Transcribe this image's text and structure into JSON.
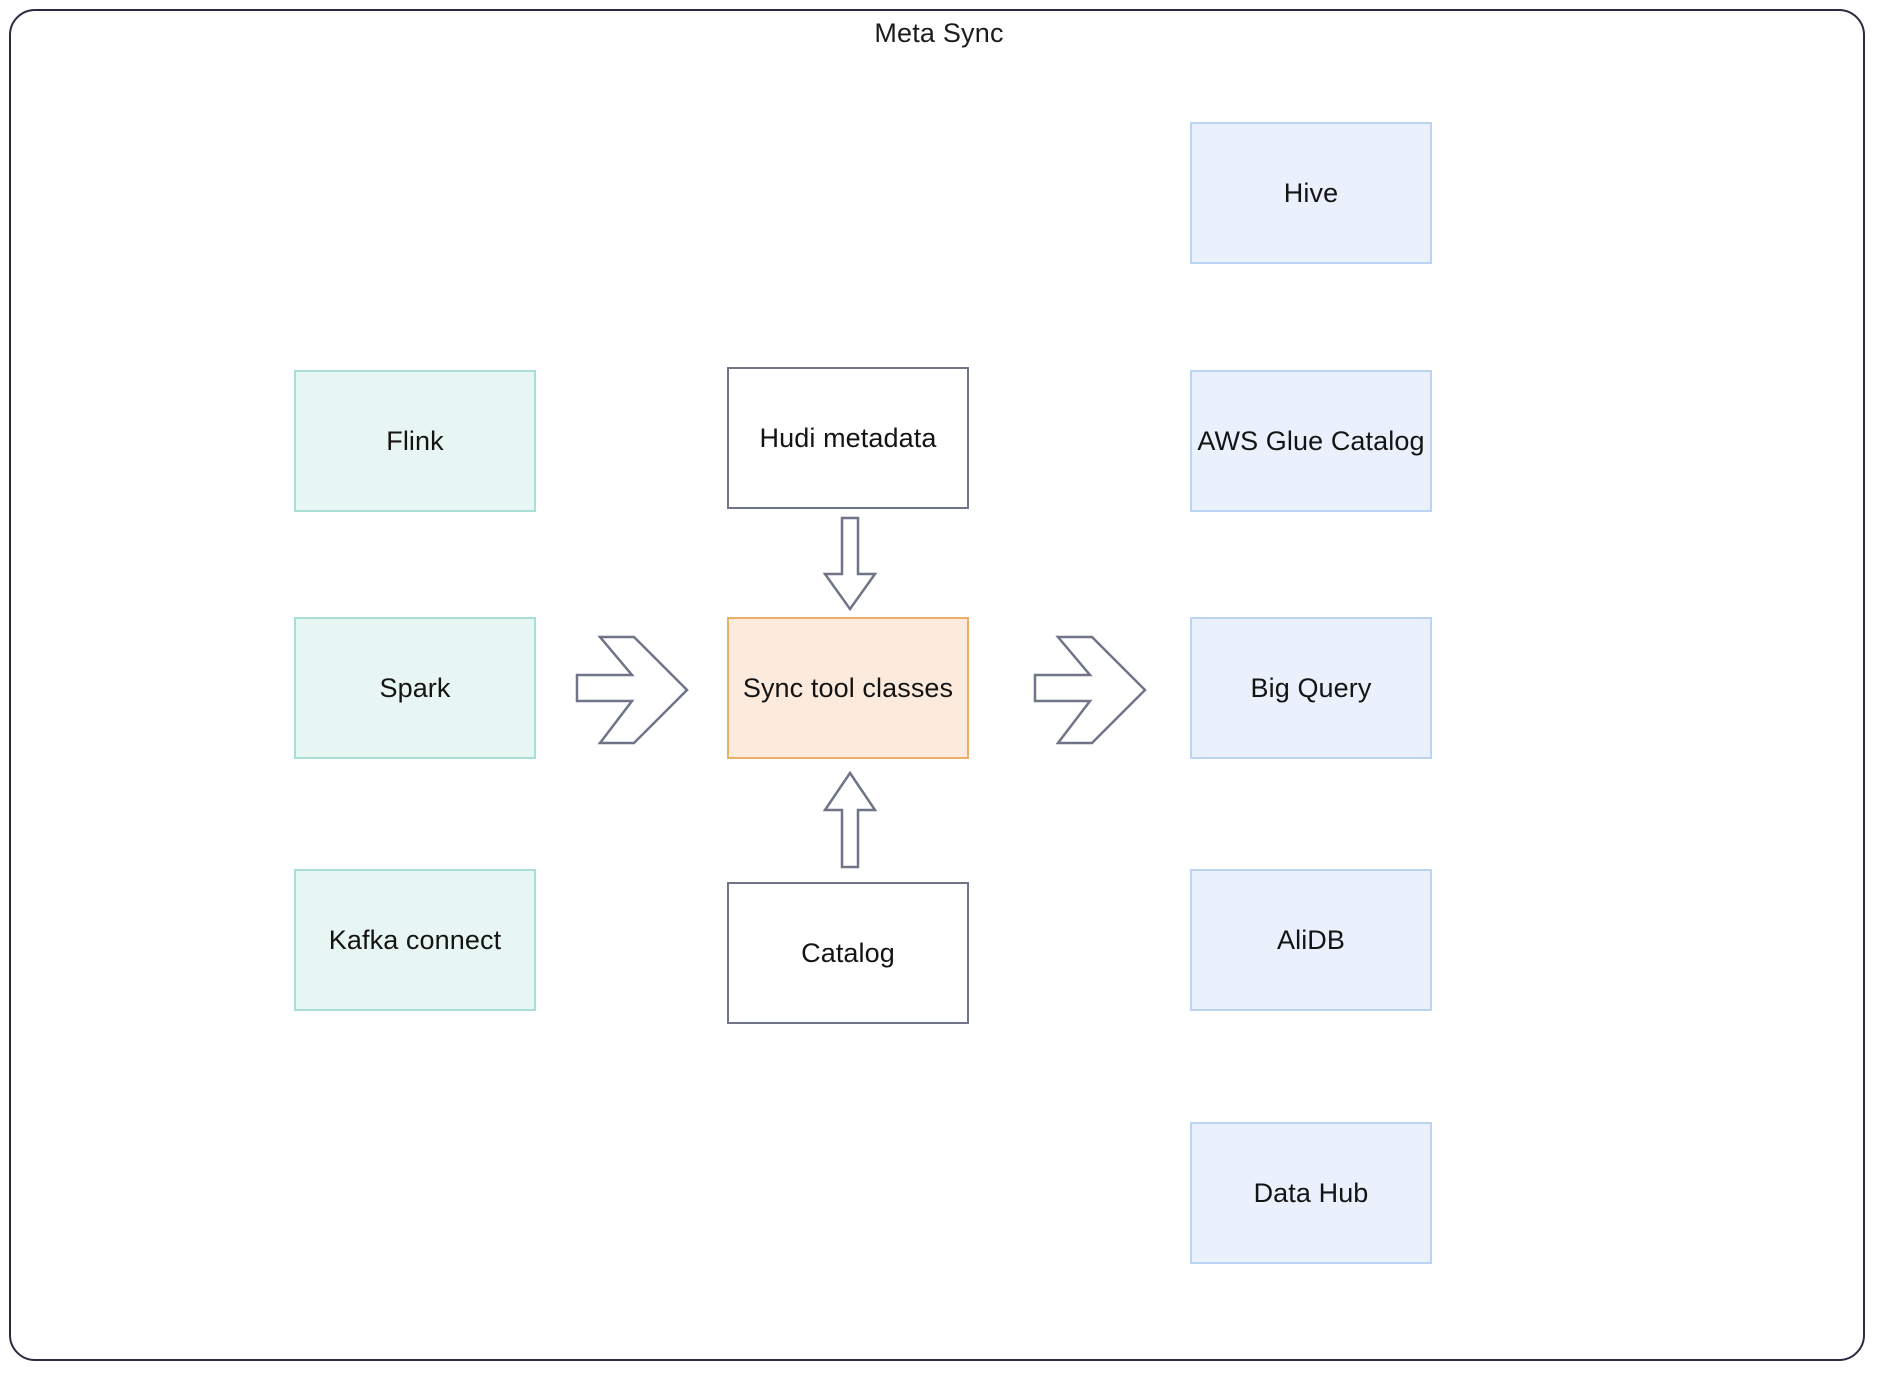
{
  "diagram": {
    "title": "Meta Sync",
    "type": "flow-diagram",
    "frame": {
      "border_color": "#2b2b40",
      "background": "#ffffff",
      "rounded": true
    },
    "palette": {
      "source_fill": "#e7f6f2",
      "source_border": "#a8ded6",
      "plain_fill": "#ffffff",
      "plain_border": "#6f7489",
      "center_fill": "#fcebdc",
      "center_border": "#e8ae6a",
      "target_fill": "#eaf1fd",
      "target_border": "#bcd4f4",
      "arrow_stroke": "#6f7489",
      "text_color": "#141414"
    },
    "columns": {
      "sources": {
        "name": "writers",
        "nodes": [
          {
            "label": "Flink",
            "style": "source"
          },
          {
            "label": "Spark",
            "style": "source"
          },
          {
            "label": "Kafka connect",
            "style": "source"
          }
        ]
      },
      "middle": {
        "name": "sync-pipeline",
        "nodes": [
          {
            "label": "Hudi metadata",
            "style": "plain"
          },
          {
            "label": "Sync tool classes",
            "style": "center"
          },
          {
            "label": "Catalog",
            "style": "plain"
          }
        ]
      },
      "targets": {
        "name": "catalogs",
        "nodes": [
          {
            "label": "Hive",
            "style": "target"
          },
          {
            "label": "AWS Glue Catalog",
            "style": "target"
          },
          {
            "label": "Big Query",
            "style": "target"
          },
          {
            "label": "AliDB",
            "style": "target"
          },
          {
            "label": "Data Hub",
            "style": "target"
          }
        ]
      }
    },
    "connectors": [
      {
        "name": "sources-to-sync",
        "icon": "block-arrow-right-icon",
        "direction": "right",
        "from": "Spark",
        "to": "Sync tool classes"
      },
      {
        "name": "sync-to-targets",
        "icon": "block-arrow-right-icon",
        "direction": "right",
        "from": "Sync tool classes",
        "to": "Big Query"
      },
      {
        "name": "hudi-metadata-to-sync",
        "icon": "arrow-down-icon",
        "direction": "down",
        "from": "Hudi metadata",
        "to": "Sync tool classes"
      },
      {
        "name": "catalog-to-sync",
        "icon": "arrow-up-icon",
        "direction": "up",
        "from": "Catalog",
        "to": "Sync tool classes"
      }
    ]
  }
}
